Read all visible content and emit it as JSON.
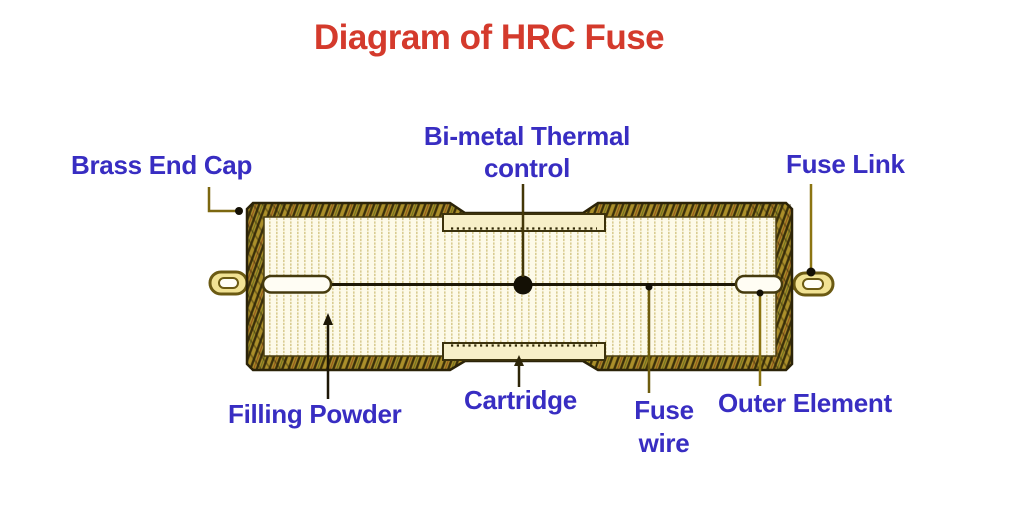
{
  "title": "Diagram of HRC Fuse",
  "labels": {
    "brass_end_cap": "Brass End Cap",
    "bimetal_line1": "Bi-metal Thermal",
    "bimetal_line2": "control",
    "fuse_link": "Fuse Link",
    "filling_powder": "Filling Powder",
    "cartridge": "Cartridge",
    "fuse_wire_line1": "Fuse",
    "fuse_wire_line2": "wire",
    "outer_element": "Outer Element"
  },
  "colors": {
    "title_red": "#d43a2c",
    "label_blue": "#382dc2",
    "band_olive": "#ab8f2a",
    "hatch_dark": "#3a2f0a",
    "outline_dark": "#2b2308",
    "powder_cream": "#fdfae9",
    "lug_yellow": "#f1e294",
    "leader_olive": "#7c670f",
    "wire_black": "#1e1806"
  }
}
